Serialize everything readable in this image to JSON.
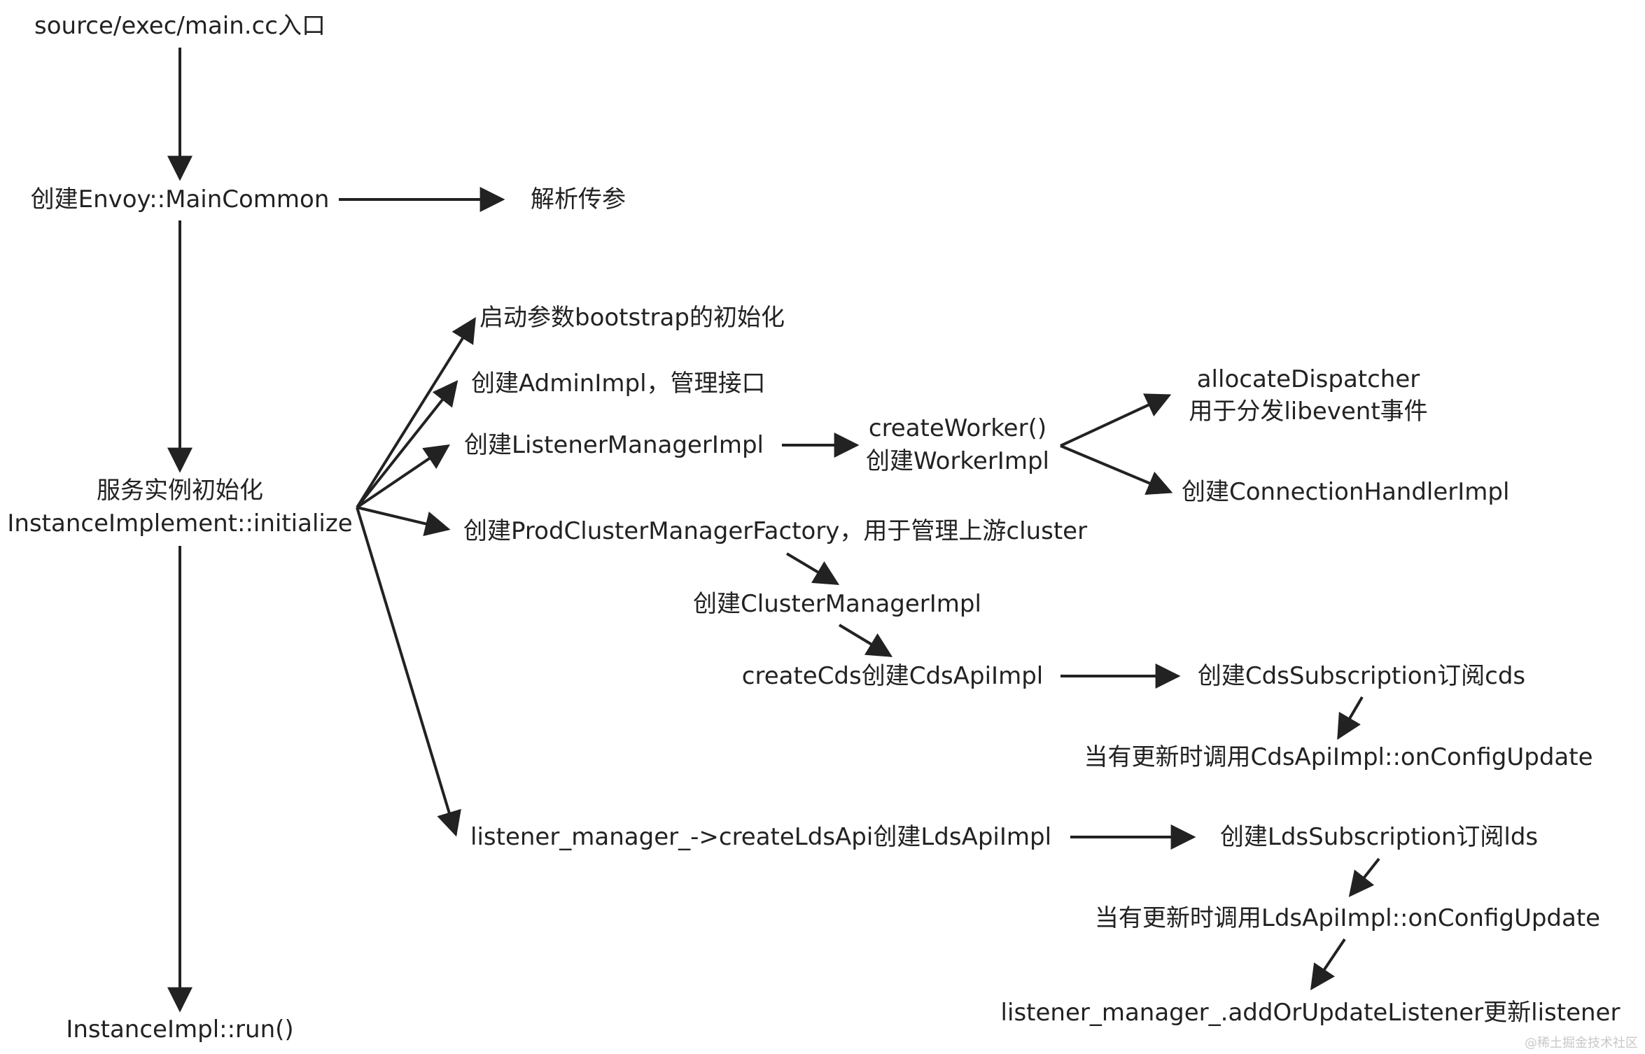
{
  "nodes": {
    "entry": "source/exec/main.cc入口",
    "main_common": "创建Envoy::MainCommon",
    "parse_args": "解析传参",
    "server_init_1": "服务实例初始化",
    "server_init_2": "InstanceImplement::initialize",
    "bootstrap_init": "启动参数bootstrap的初始化",
    "admin_impl": "创建AdminImpl，管理接口",
    "listener_manager": "创建ListenerManagerImpl",
    "create_worker_1": "createWorker()",
    "create_worker_2": "创建WorkerImpl",
    "allocate_dispatcher_1": "allocateDispatcher",
    "allocate_dispatcher_2": "用于分发libevent事件",
    "connection_handler": "创建ConnectionHandlerImpl",
    "cluster_factory": "创建ProdClusterManagerFactory，用于管理上游cluster",
    "cluster_manager": "创建ClusterManagerImpl",
    "create_cds": "createCds创建CdsApiImpl",
    "cds_subscription": "创建CdsSubscription订阅cds",
    "cds_update": "当有更新时调用CdsApiImpl::onConfigUpdate",
    "create_lds": "listener_manager_->createLdsApi创建LdsApiImpl",
    "lds_subscription": "创建LdsSubscription订阅lds",
    "lds_update": "当有更新时调用LdsApiImpl::onConfigUpdate",
    "add_listener": "listener_manager_.addOrUpdateListener更新listener",
    "run": "InstanceImpl::run()"
  },
  "watermark": "@稀土掘金技术社区",
  "colors": {
    "line": "#222222",
    "text": "#222222",
    "background": "#ffffff"
  }
}
